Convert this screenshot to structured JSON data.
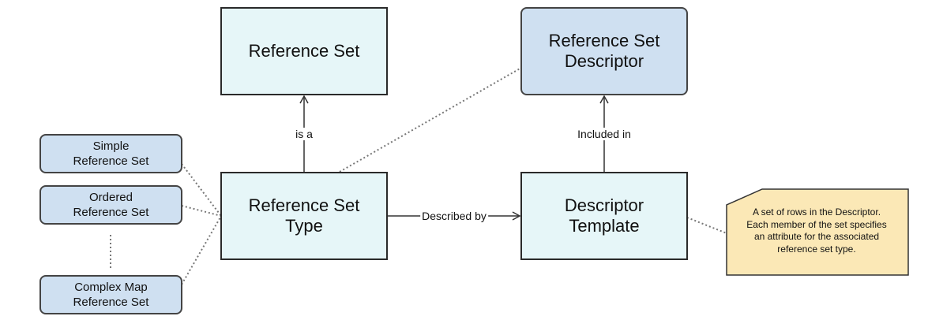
{
  "colors": {
    "box_fill": "#e6f6f8",
    "descriptor_fill": "#cfe0f1",
    "note_fill": "#fbe8b6",
    "line": "#333333"
  },
  "nodes": {
    "reference_set": "Reference Set",
    "reference_set_descriptor": "Reference Set\nDescriptor",
    "reference_set_type": "Reference Set\nType",
    "descriptor_template": "Descriptor\nTemplate",
    "simple_reference_set": "Simple\nReference Set",
    "ordered_reference_set": "Ordered\nReference Set",
    "complex_map_reference_set": "Complex Map\nReference Set"
  },
  "edges": {
    "is_a": "is a",
    "included_in": "Included in",
    "described_by": "Described by"
  },
  "note": {
    "text": "A set of rows in the Descriptor.\nEach member of the set specifies\nan attribute for the associated\nreference set type."
  }
}
